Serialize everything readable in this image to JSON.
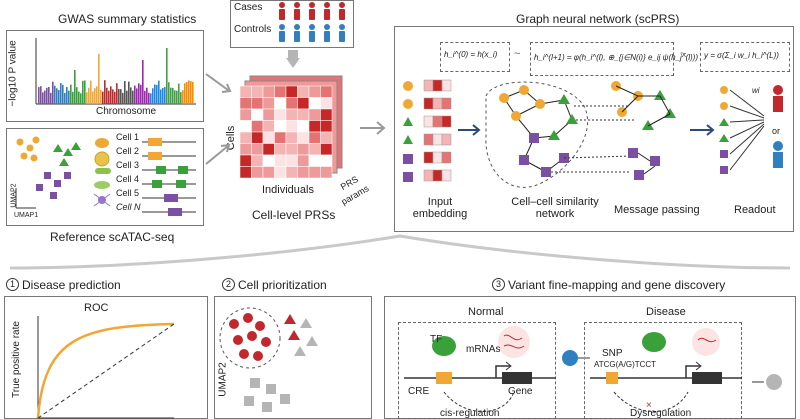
{
  "gwas": {
    "title": "GWAS summary statistics",
    "ylabel": "−log10 P value",
    "xlabel": "Chromosome"
  },
  "atac": {
    "title": "Reference scATAC-seq",
    "umap_y": "UMAP2",
    "umap_x": "UMAP1",
    "cells": [
      "Cell 1",
      "Cell 2",
      "Cell 3",
      "Cell 4",
      "Cell 5",
      "Cell N"
    ]
  },
  "cohort": {
    "cases": "Cases",
    "controls": "Controls"
  },
  "prs": {
    "cells_label": "Cells",
    "individuals_label": "Individuals",
    "params_label_1": "PRS",
    "params_label_2": "params",
    "caption": "Cell-level PRSs"
  },
  "gnn": {
    "title": "Graph neural network (scPRS)",
    "eq1": "h_i^(0) = h(x_i)",
    "eq2": "h_i^(l+1) = φ(h_i^(l), ⊕_{j∈N(i)} e_ij ψ(h_j^(l)))",
    "eq3": "y = σ(Σ_i w_i h_i^(L))",
    "steps": [
      "Input embedding",
      "Cell–cell similarity network",
      "Message passing",
      "Readout"
    ],
    "weight_label": "wi",
    "or_label": "or"
  },
  "panels": {
    "p1": {
      "number": "1",
      "title": "Disease prediction",
      "roc": "ROC",
      "ylabel": "True positive rate"
    },
    "p2": {
      "number": "2",
      "title": "Cell prioritization",
      "umap_y": "UMAP2"
    },
    "p3": {
      "number": "3",
      "title": "Variant fine-mapping and gene discovery",
      "normal": "Normal",
      "disease": "Disease",
      "tf": "TF",
      "mrnas": "mRNAs",
      "cre": "CRE",
      "gene": "Gene",
      "snp": "SNP",
      "seq": "ATCG(A/G)TCCT",
      "cis": "cis-regulation",
      "dysreg": "Dysregulation"
    }
  },
  "colors": {
    "red": "#c0282d",
    "blue": "#2f7fc1",
    "orange": "#f0a733",
    "green": "#3aa13a",
    "purple": "#7b4fa2",
    "gray": "#b5b5b5"
  }
}
